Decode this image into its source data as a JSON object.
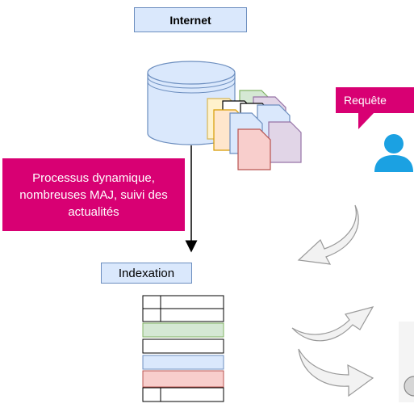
{
  "nodes": {
    "internet": "Internet",
    "indexation": "Indexation",
    "process_note": "Processus dynamique, nombreuses MAJ, suivi des actualités",
    "query": "Requête"
  },
  "colors": {
    "accent_magenta": "#d80073",
    "box_blue_fill": "#dae8fc",
    "box_blue_stroke": "#6c8ebf",
    "row_green": "#d5e8d4",
    "row_blue": "#dae8fc",
    "row_red": "#f8cecc",
    "user_icon": "#1ba1e2"
  },
  "icons": {
    "database": "database-icon",
    "documents": "documents-icon",
    "user": "user-icon",
    "index_table": "index-table-icon"
  }
}
